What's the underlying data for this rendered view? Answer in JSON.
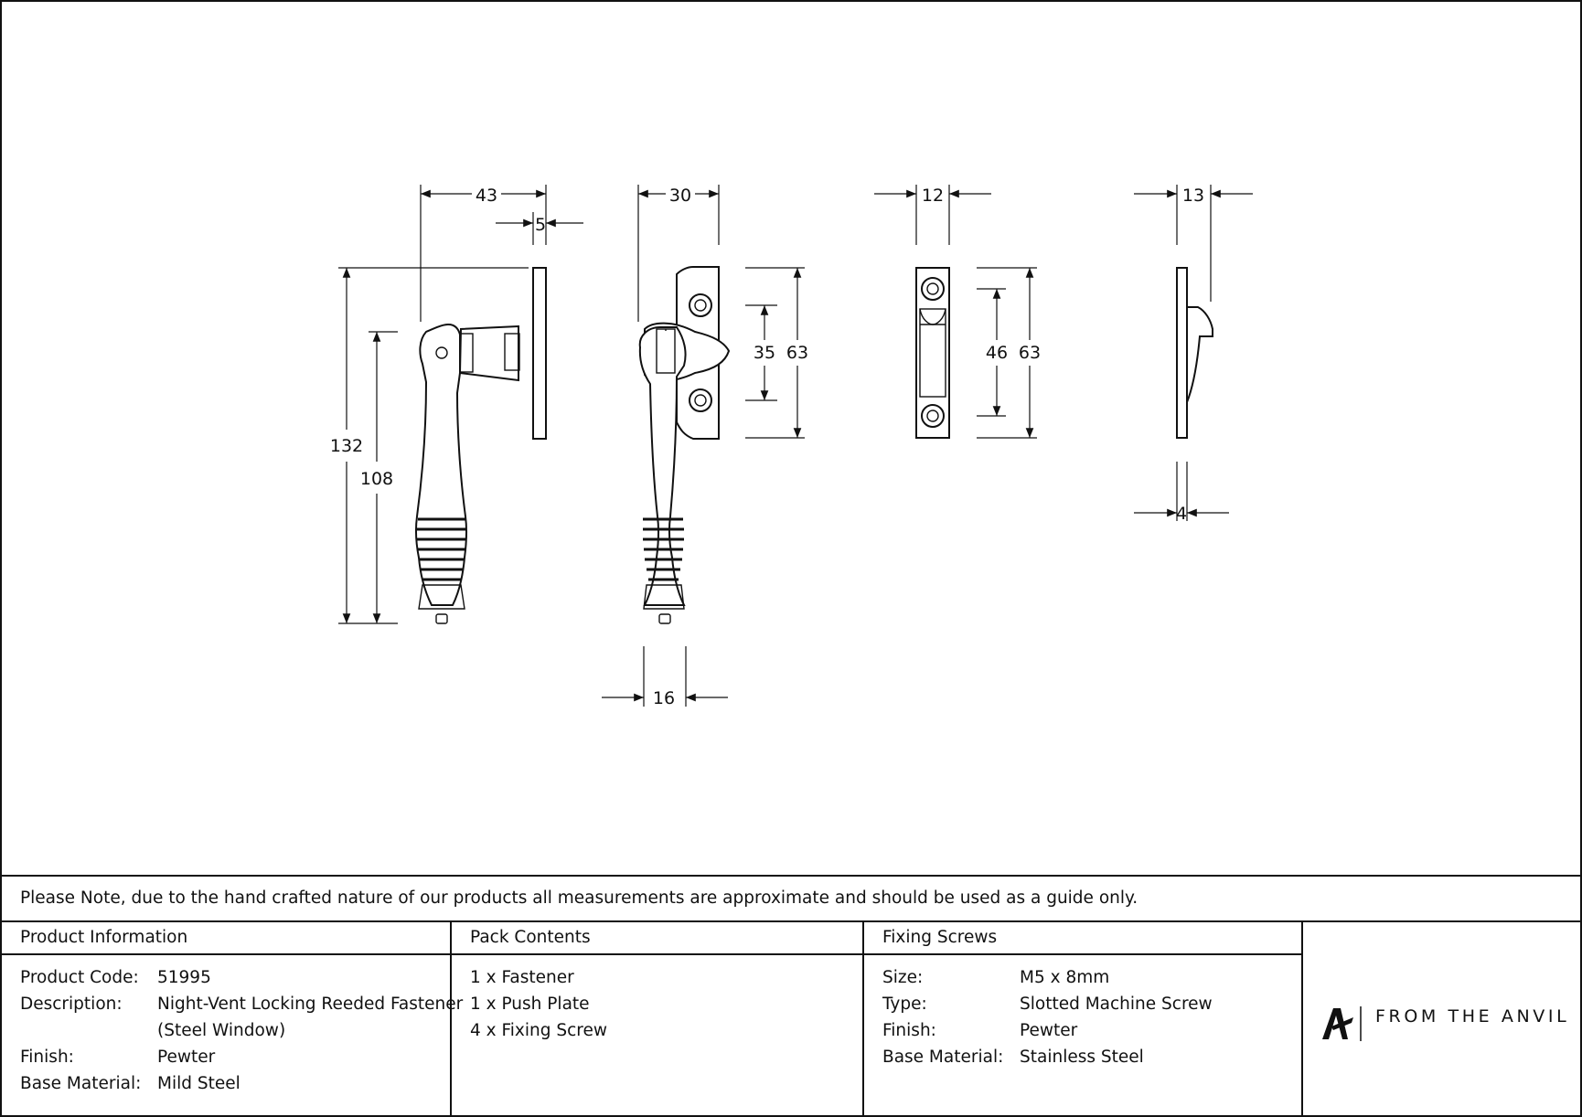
{
  "dimensions": {
    "side_width": "43",
    "side_plate_thickness": "5",
    "side_total_height": "132",
    "side_handle_height": "108",
    "front_width": "30",
    "front_hole_spacing": "35",
    "front_plate_height": "63",
    "handle_grip_width": "16",
    "keep_width": "12",
    "keep_hole_spacing": "46",
    "keep_height": "63",
    "keep_side_depth": "13",
    "keep_side_thickness": "4"
  },
  "note": "Please Note, due to the hand crafted nature of our products all measurements are approximate and should be used as a guide only.",
  "product_info": {
    "heading": "Product Information",
    "code_label": "Product Code:",
    "code_value": "51995",
    "description_label": "Description:",
    "description_line1": "Night-Vent Locking Reeded Fastener",
    "description_line2": "(Steel Window)",
    "finish_label": "Finish:",
    "finish_value": "Pewter",
    "material_label": "Base Material:",
    "material_value": "Mild Steel"
  },
  "pack_contents": {
    "heading": "Pack Contents",
    "items": [
      "1 x Fastener",
      "1 x Push Plate",
      "4 x Fixing Screw"
    ]
  },
  "fixing_screws": {
    "heading": "Fixing Screws",
    "size_label": "Size:",
    "size_value": "M5 x 8mm",
    "type_label": "Type:",
    "type_value": "Slotted Machine Screw",
    "finish_label": "Finish:",
    "finish_value": "Pewter",
    "material_label": "Base Material:",
    "material_value": "Stainless Steel"
  },
  "brand": {
    "name": "FROM THE ANVIL",
    "logo_icon": "anvil-a-logo-icon"
  }
}
